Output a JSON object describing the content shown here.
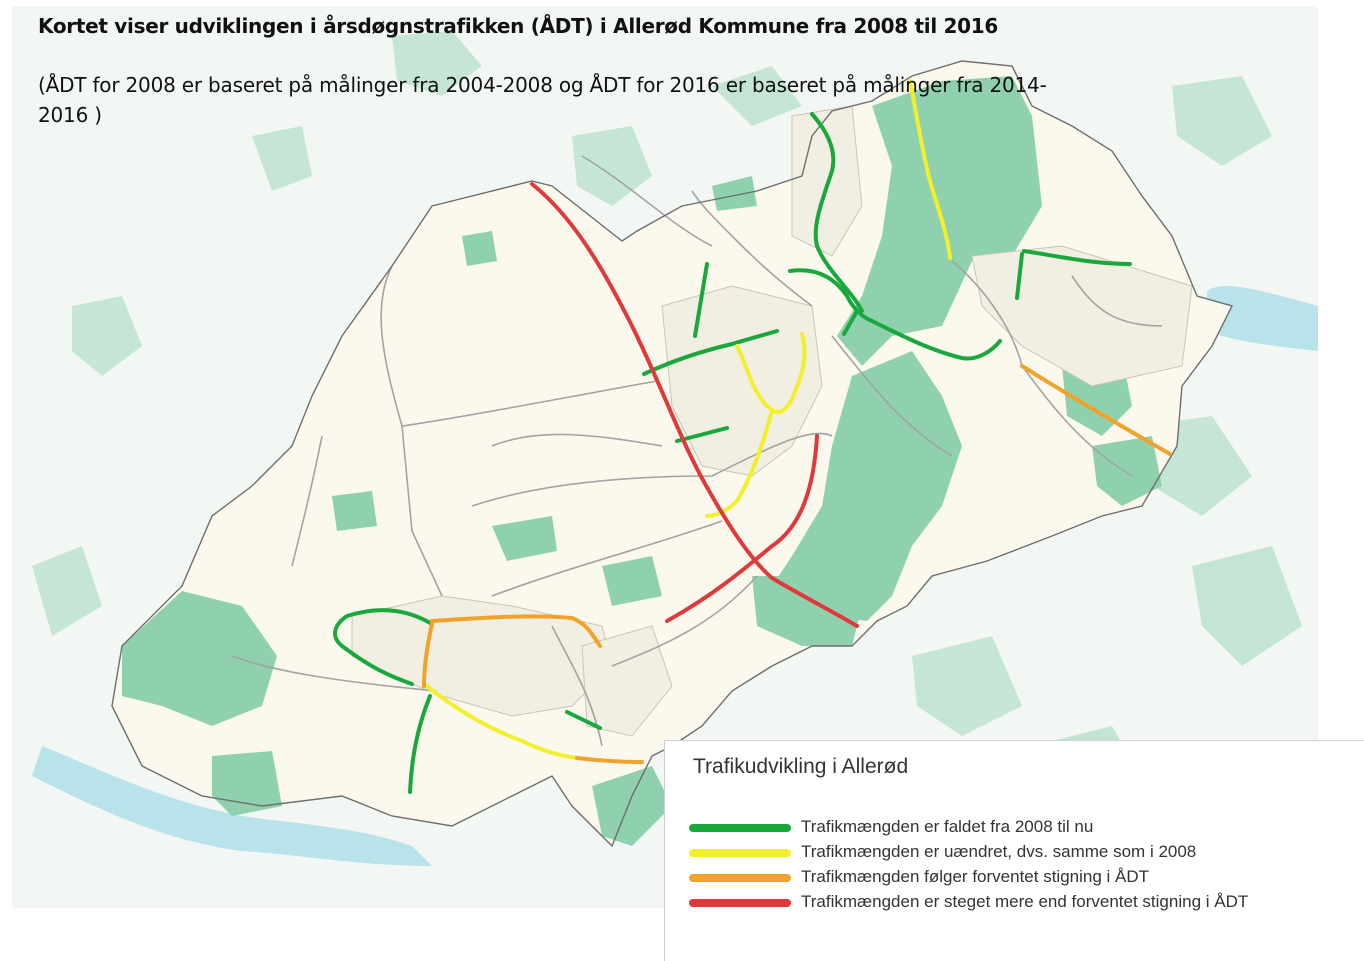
{
  "title": "Kortet viser udviklingen i årsdøgnstrafikken (ÅDT) i Allerød Kommune fra 2008 til 2016",
  "subtitle": "(ÅDT for 2008 er baseret på målinger fra 2004-2008 og ÅDT for 2016 er baseret på målinger fra 2014-2016 )",
  "colors": {
    "background": "#f3f7f4",
    "municipality": "#fbf9ee",
    "forest": "#8fd1ae",
    "water": "#b9e3ea",
    "road": "#a3a3a3",
    "boundary": "#6e6e6e",
    "green": "#1aa83c",
    "yellow": "#f2ef2c",
    "orange": "#f0a22a",
    "red": "#e0393c"
  },
  "legend": {
    "title": "Trafikudvikling i Allerød",
    "items": [
      {
        "label": "Trafikmængden er faldet fra 2008 til nu",
        "color": "#1aa83c"
      },
      {
        "label": "Trafikmængden er uændret, dvs. samme som i 2008",
        "color": "#f2ef2c"
      },
      {
        "label": "Trafikmængden følger forventet stigning i ÅDT",
        "color": "#f0a22a"
      },
      {
        "label": "Trafikmængden er steget mere end forventet stigning i ÅDT",
        "color": "#e0393c"
      }
    ]
  }
}
